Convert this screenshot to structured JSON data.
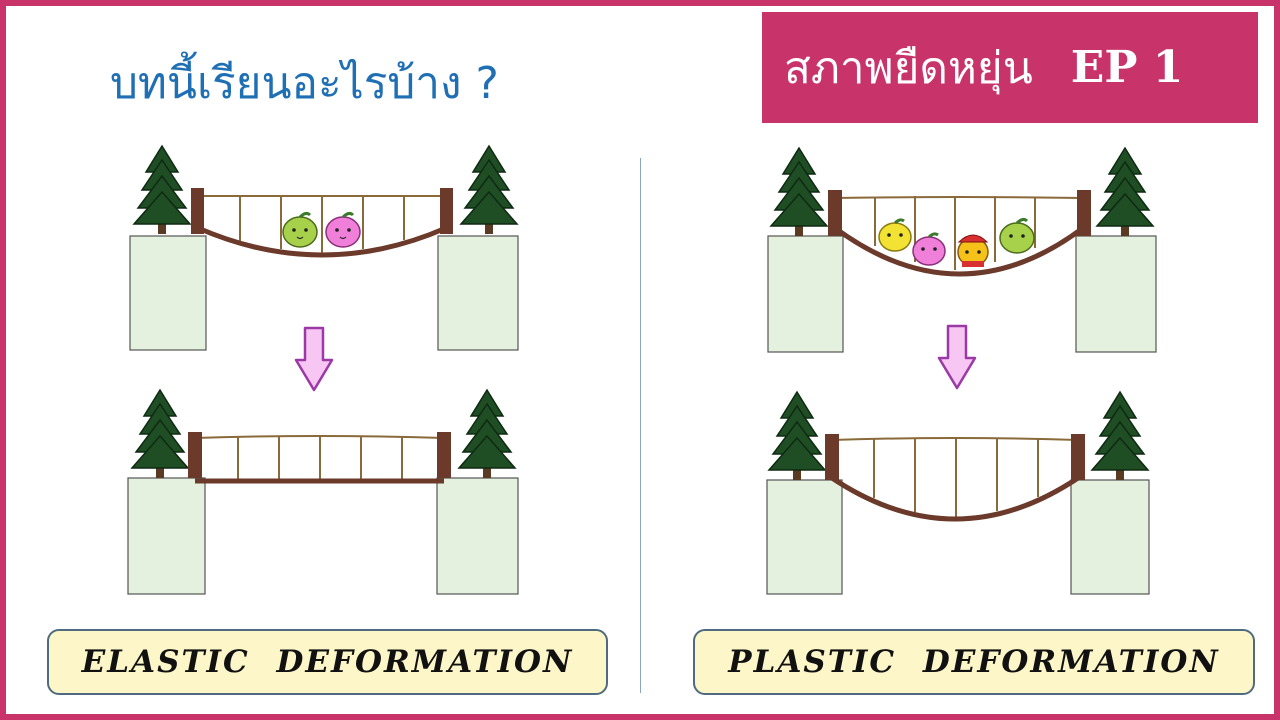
{
  "header": {
    "question": "บทนี้เรียนอะไรบ้าง ?",
    "topic": "สภาพยืดหยุ่น",
    "episode": "EP 1"
  },
  "panels": {
    "left_label": "ELASTIC  DEFORMATION",
    "right_label": "PLASTIC  DEFORMATION"
  },
  "colors": {
    "frame": "#c8336a",
    "question": "#1f6fb5",
    "block_fill": "#e4f1de",
    "rope": "#6b3a2a",
    "tree": "#1f4d24",
    "arrow_fill": "#f8c6f2",
    "arrow_stroke": "#9b3aa6"
  },
  "icons": {
    "tree": "pine-tree-icon",
    "arrow": "arrow-down-icon",
    "character": "fruit-character-icon"
  }
}
